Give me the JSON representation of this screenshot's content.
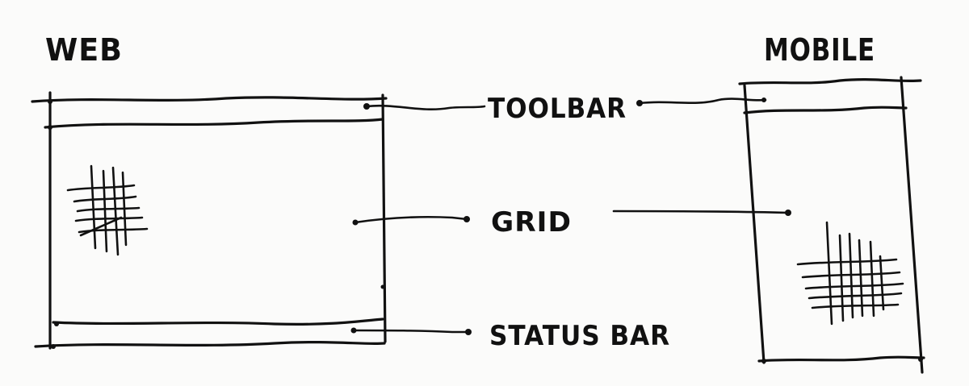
{
  "titles": {
    "web": "WEB",
    "mobile": "MOBILE"
  },
  "labels": {
    "toolbar": "TOOLBAR",
    "grid": "GRID",
    "status_bar": "STATUS BAR"
  }
}
